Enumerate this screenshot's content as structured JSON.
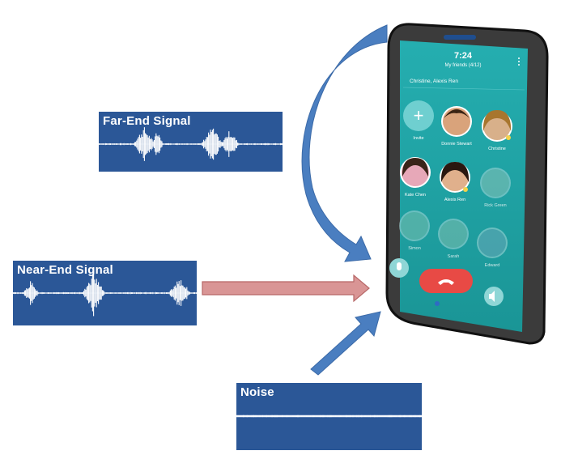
{
  "signals": {
    "far_end": {
      "label": "Far-End Signal"
    },
    "near_end": {
      "label": "Near-End Signal"
    },
    "noise": {
      "label": "Noise"
    }
  },
  "phone": {
    "time": "7:24",
    "group_title": "My friends (4/12)",
    "chat_members": "Christine, Alexis Ren",
    "contacts": [
      {
        "name": "Invite"
      },
      {
        "name": "Donnie Stewart"
      },
      {
        "name": "Christine"
      },
      {
        "name": "Kate Chen"
      },
      {
        "name": "Alexis Ren"
      },
      {
        "name": "Rick Green"
      },
      {
        "name": "Simon"
      },
      {
        "name": "Sarah"
      },
      {
        "name": "Edward"
      }
    ]
  },
  "colors": {
    "panel_bg": "#2b5797",
    "arrow_blue": "#4a7ec0",
    "arrow_red": "#d99595",
    "phone_screen": "#1fa3a6",
    "end_call": "#e84a45"
  }
}
